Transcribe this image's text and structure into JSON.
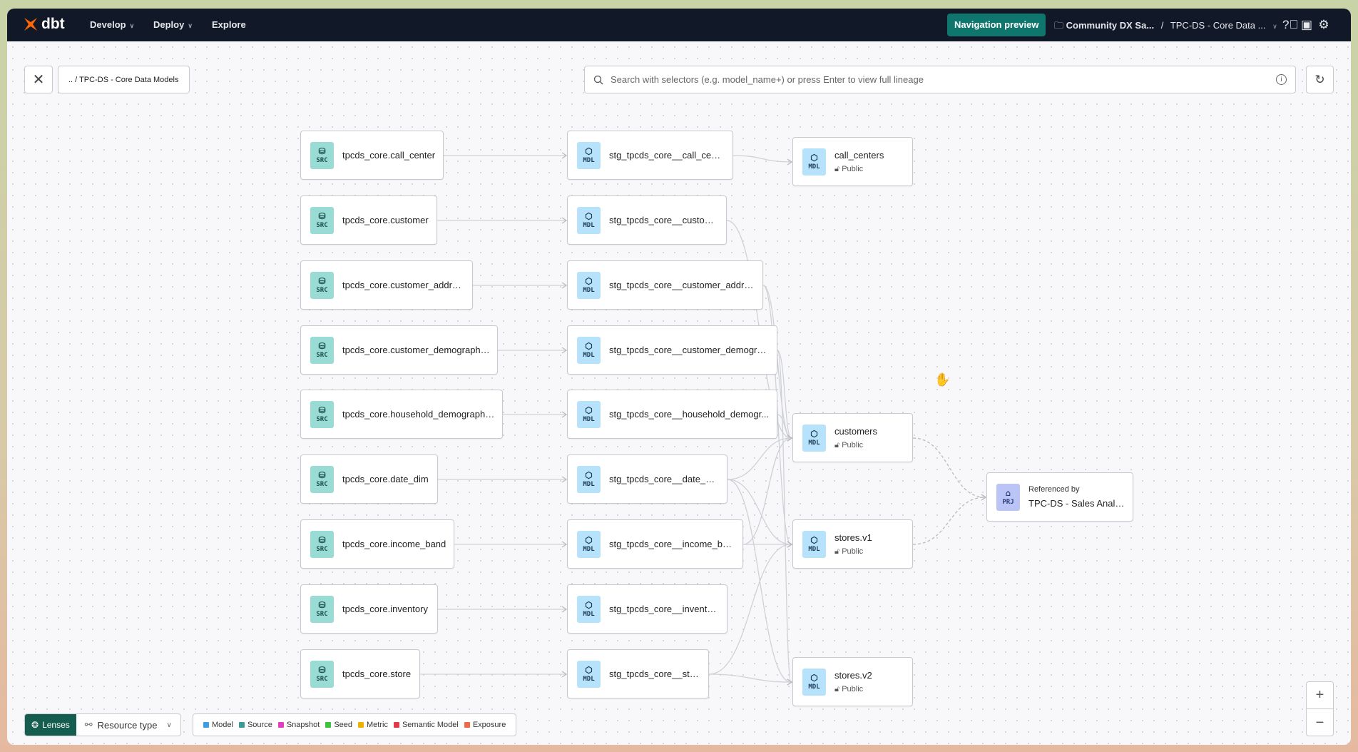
{
  "topbar": {
    "brand": "dbt",
    "nav": [
      {
        "label": "Develop",
        "has_menu": true
      },
      {
        "label": "Deploy",
        "has_menu": true
      },
      {
        "label": "Explore",
        "has_menu": false
      }
    ],
    "navigation_preview": "Navigation preview",
    "project": "Community DX Sa...",
    "separator": "/",
    "environment": "TPC-DS - Core Data ...",
    "icons": [
      "help-icon",
      "feedback-icon",
      "gear-icon"
    ]
  },
  "toolbar": {
    "close_icon": "close-icon",
    "breadcrumb": ".. / TPC-DS - Core Data Models",
    "search_placeholder": "Search with selectors (e.g. model_name+) or press Enter to view full lineage",
    "refresh_icon": "refresh-icon"
  },
  "nodes": [
    {
      "id": "s1",
      "type": "SRC",
      "label": "tpcds_core.call_center"
    },
    {
      "id": "s2",
      "type": "SRC",
      "label": "tpcds_core.customer"
    },
    {
      "id": "s3",
      "type": "SRC",
      "label": "tpcds_core.customer_address"
    },
    {
      "id": "s4",
      "type": "SRC",
      "label": "tpcds_core.customer_demographics"
    },
    {
      "id": "s5",
      "type": "SRC",
      "label": "tpcds_core.household_demographics"
    },
    {
      "id": "s6",
      "type": "SRC",
      "label": "tpcds_core.date_dim"
    },
    {
      "id": "s7",
      "type": "SRC",
      "label": "tpcds_core.income_band"
    },
    {
      "id": "s8",
      "type": "SRC",
      "label": "tpcds_core.inventory"
    },
    {
      "id": "s9",
      "type": "SRC",
      "label": "tpcds_core.store"
    },
    {
      "id": "m1",
      "type": "MDL",
      "label": "stg_tpcds_core__call_center"
    },
    {
      "id": "m2",
      "type": "MDL",
      "label": "stg_tpcds_core__customer"
    },
    {
      "id": "m3",
      "type": "MDL",
      "label": "stg_tpcds_core__customer_address"
    },
    {
      "id": "m4",
      "type": "MDL",
      "label": "stg_tpcds_core__customer_demogra..."
    },
    {
      "id": "m5",
      "type": "MDL",
      "label": "stg_tpcds_core__household_demogr..."
    },
    {
      "id": "m6",
      "type": "MDL",
      "label": "stg_tpcds_core__date_dim"
    },
    {
      "id": "m7",
      "type": "MDL",
      "label": "stg_tpcds_core__income_band"
    },
    {
      "id": "m8",
      "type": "MDL",
      "label": "stg_tpcds_core__inventory"
    },
    {
      "id": "m9",
      "type": "MDL",
      "label": "stg_tpcds_core__store"
    },
    {
      "id": "f1",
      "type": "MDL",
      "label": "call_centers",
      "access": "Public"
    },
    {
      "id": "f2",
      "type": "MDL",
      "label": "customers",
      "access": "Public"
    },
    {
      "id": "f3",
      "type": "MDL",
      "label": "stores.v1",
      "access": "Public"
    },
    {
      "id": "f4",
      "type": "MDL",
      "label": "stores.v2",
      "access": "Public"
    },
    {
      "id": "p1",
      "type": "PRJ",
      "label": "TPC-DS - Sales Analytics",
      "caption": "Referenced by"
    }
  ],
  "edges": [
    [
      "s1",
      "m1"
    ],
    [
      "s2",
      "m2"
    ],
    [
      "s3",
      "m3"
    ],
    [
      "s4",
      "m4"
    ],
    [
      "s5",
      "m5"
    ],
    [
      "s6",
      "m6"
    ],
    [
      "s7",
      "m7"
    ],
    [
      "s8",
      "m8"
    ],
    [
      "s9",
      "m9"
    ],
    [
      "m1",
      "f1"
    ],
    [
      "m2",
      "f2"
    ],
    [
      "m3",
      "f2"
    ],
    [
      "m4",
      "f2"
    ],
    [
      "m5",
      "f2"
    ],
    [
      "m6",
      "f2"
    ],
    [
      "m7",
      "f2"
    ],
    [
      "m3",
      "f3"
    ],
    [
      "m6",
      "f3"
    ],
    [
      "m9",
      "f3"
    ],
    [
      "m7",
      "f3"
    ],
    [
      "m6",
      "f4"
    ],
    [
      "m9",
      "f4"
    ],
    [
      "m4",
      "f4"
    ]
  ],
  "cross_project_edges": [
    [
      "f2",
      "p1"
    ],
    [
      "f3",
      "p1"
    ]
  ],
  "lenses": {
    "label": "Lenses",
    "resource_type": "Resource type"
  },
  "legend": [
    {
      "label": "Model",
      "color": "#3b9ee6"
    },
    {
      "label": "Source",
      "color": "#3a9c98"
    },
    {
      "label": "Snapshot",
      "color": "#e040c0"
    },
    {
      "label": "Seed",
      "color": "#3cc43c"
    },
    {
      "label": "Metric",
      "color": "#e8b400"
    },
    {
      "label": "Semantic Model",
      "color": "#e03a4a"
    },
    {
      "label": "Exposure",
      "color": "#f06a48"
    }
  ],
  "zoom": {
    "in": "+",
    "out": "−"
  }
}
